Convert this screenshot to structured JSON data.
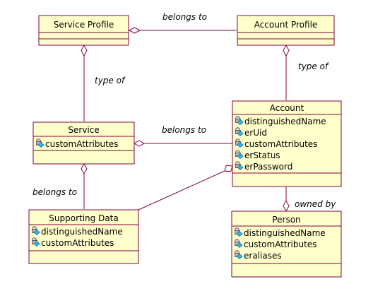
{
  "classes": {
    "service_profile": {
      "name": "Service Profile",
      "attributes": []
    },
    "account_profile": {
      "name": "Account Profile",
      "attributes": []
    },
    "service": {
      "name": "Service",
      "attributes": [
        "customAttributes"
      ]
    },
    "account": {
      "name": "Account",
      "attributes": [
        "distinguishedName",
        "erUid",
        "customAttributes",
        "erStatus",
        "erPassword"
      ]
    },
    "supporting_data": {
      "name": "Supporting Data",
      "attributes": [
        "distinguishedName",
        "customAttributes"
      ]
    },
    "person": {
      "name": "Person",
      "attributes": [
        "distinguishedName",
        "customAttributes",
        "eraliases"
      ]
    }
  },
  "relationships": {
    "service_profile_account_profile": "belongs to",
    "service_profile_service": "type of",
    "account_profile_account": "type of",
    "service_account": "belongs to",
    "service_supporting_data": "belongs to",
    "account_person": "owned by"
  },
  "icons": {
    "attribute": "attribute-icon"
  },
  "colors": {
    "class_fill": "#ffffcc",
    "class_border": "#800040",
    "line": "#800040"
  }
}
